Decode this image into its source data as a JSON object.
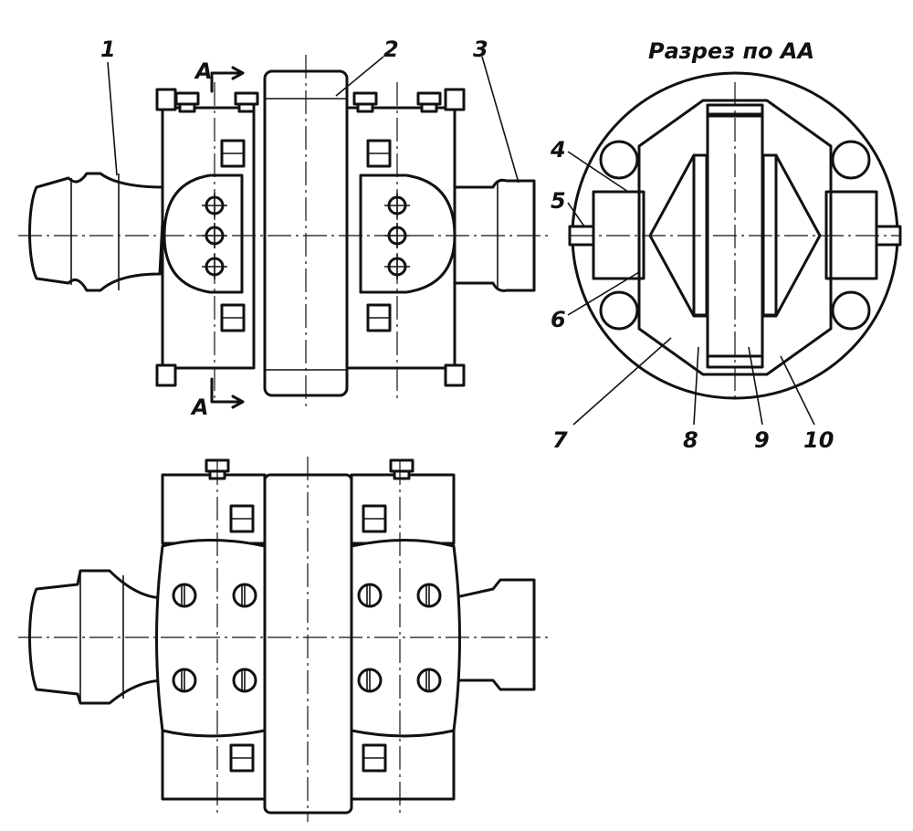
{
  "section_title": "Разрез по АА",
  "section_marks": {
    "top": "A",
    "bottom": "A"
  },
  "callouts": [
    "1",
    "2",
    "3",
    "4",
    "5",
    "6",
    "7",
    "8",
    "9",
    "10"
  ]
}
